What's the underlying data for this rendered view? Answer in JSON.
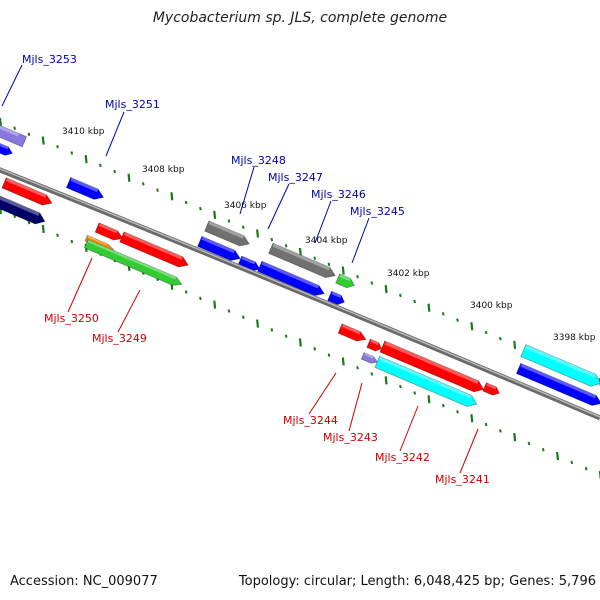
{
  "title": "Mycobacterium sp. JLS, complete genome",
  "footer": {
    "accession": "Accession: NC_009077",
    "summary": "Topology: circular; Length: 6,048,425 bp; Genes: 5,796"
  },
  "colors": {
    "backbone": "#808080",
    "tick": "#1a7a1a",
    "label_forward": "#0000aa",
    "label_reverse": "#cc0000",
    "cds_red": "#ff0000",
    "cds_blue": "#0000ff",
    "cds_navy": "#000066",
    "cds_gray": "#707070",
    "cds_green": "#33cc33",
    "cds_cyan": "#00ffff",
    "cds_orange": "#ff8800",
    "cds_violet": "#8877dd"
  },
  "position_labels": [
    "3410 kbp",
    "3408 kbp",
    "3406 kbp",
    "3404 kbp",
    "3402 kbp",
    "3400 kbp",
    "3398 kbp"
  ],
  "gene_labels": {
    "forward": [
      "Mjls_3253",
      "Mjls_3251",
      "Mjls_3248",
      "Mjls_3247",
      "Mjls_3246",
      "Mjls_3245"
    ],
    "reverse": [
      "Mjls_3250",
      "Mjls_3249",
      "Mjls_3244",
      "Mjls_3243",
      "Mjls_3242",
      "Mjls_3241"
    ]
  }
}
